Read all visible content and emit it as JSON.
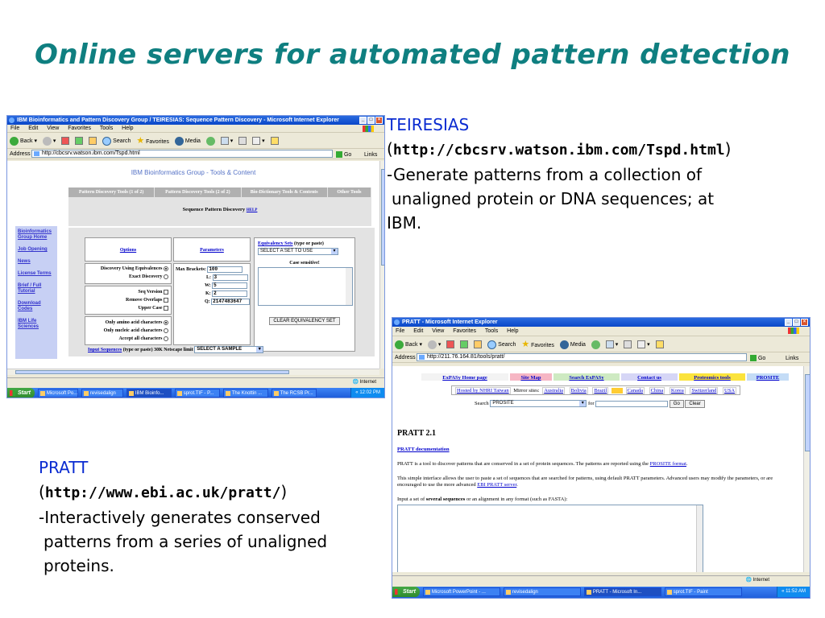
{
  "slide": {
    "title": "Online servers for automated pattern detection"
  },
  "teiresias_text": {
    "name": "TEIRESIAS",
    "url_open": "(",
    "url": "http://cbcsrv.watson.ibm.com/Tspd.html",
    "url_close": ")",
    "line1": "-Generate patterns from a collection of",
    "line2": "unaligned protein or DNA sequences; at",
    "line3": "IBM."
  },
  "pratt_text": {
    "name": "PRATT",
    "url_open": "(",
    "url": "http://www.ebi.ac.uk/pratt/",
    "url_close": ")",
    "line1": "-Interactively generates conserved",
    "line2": "patterns from a series of unaligned",
    "line3": "proteins."
  },
  "window1": {
    "title": "IBM Bioinformatics and Pattern Discovery Group / TEIRESIAS: Sequence Pattern Discovery - Microsoft Internet Explorer",
    "menu": [
      "File",
      "Edit",
      "View",
      "Favorites",
      "Tools",
      "Help"
    ],
    "toolbar": {
      "back": "Back",
      "search": "Search",
      "favorites": "Favorites",
      "media": "Media"
    },
    "address_label": "Address",
    "address": "http://cbcsrv.watson.ibm.com/Tspd.html",
    "go": "Go",
    "links": "Links",
    "page": {
      "header": "IBM Bioinformatics Group - Tools & Content",
      "tabs": [
        "Pattern Discovery Tools (1 of 2)",
        "Pattern Discovery Tools (2 of 2)",
        "Bio-Dictionary Tools & Contents",
        "Other Tools"
      ],
      "subtitle": "Sequence Pattern Discovery",
      "help": "HELP",
      "sidebar": [
        "Bioinformatics Group Home",
        "Job Opening",
        "News",
        "License Terms",
        "Brief / Full Tutorial",
        "Download Codes",
        "IBM Life Sciences"
      ],
      "options_link": "Options",
      "parameters_link": "Parameters",
      "equiv_link": "Equivalency Sets",
      "equiv_note": "(type or paste)",
      "equiv_select": "SELECT A SET TO USE",
      "case_label": "Case sensitive!",
      "discovery_equiv": "Discovery Using Equivalences",
      "exact": "Exact Discovery",
      "seq_version": "Seq Version",
      "remove_overlaps": "Remove Overlaps",
      "upper_case": "Upper Case",
      "only_amino": "Only amino acid characters",
      "only_nucleic": "Only nucleic acid characters",
      "accept_all": "Accept all characters",
      "max_brackets_label": "Max Brackets:",
      "max_brackets": "100",
      "L_label": "L:",
      "L": "3",
      "W_label": "W:",
      "W": "5",
      "K_label": "K:",
      "K": "2",
      "Q_label": "Q:",
      "Q": "2147483647",
      "clear_button": "CLEAR EQUIVALENCY SET",
      "input_link": "Input Sequences",
      "input_note": "(type or paste) 30K Netscape limit",
      "sample_select": "SELECT A SAMPLE"
    },
    "status": "Internet",
    "taskbar": {
      "start": "Start",
      "tasks": [
        "Microsoft Po...",
        "revisedalign",
        "IBM Bioinfo...",
        "sprot.TIF - P...",
        "The Knottin ...",
        "The RCSB Pr..."
      ],
      "time": "12:02 PM"
    }
  },
  "window2": {
    "title": "PRATT - Microsoft Internet Explorer",
    "menu": [
      "File",
      "Edit",
      "View",
      "Favorites",
      "Tools",
      "Help"
    ],
    "toolbar": {
      "back": "Back",
      "search": "Search",
      "favorites": "Favorites",
      "media": "Media"
    },
    "address_label": "Address",
    "address": "http://211.76.164.81/tools/pratt/",
    "go": "Go",
    "links": "Links",
    "page": {
      "nav": [
        "ExPASy Home page",
        "Site Map",
        "Search ExPASy",
        "Contact us",
        "Proteomics tools",
        "PROSITE"
      ],
      "hosted": "Hosted by NHRI Taiwan",
      "mirror_label": "Mirror sites:",
      "mirrors": [
        "Australia",
        "Bolivia",
        "Brazil",
        "Canada",
        "China",
        "Korea",
        "Switzerland",
        "USA"
      ],
      "search_label": "Search",
      "search_select": "PROSITE",
      "for_label": "for",
      "go_button": "Go",
      "clear_button": "Clear",
      "heading": "PRATT 2.1",
      "doc_link": "PRATT documentation",
      "para1_a": "PRATT is a tool to discover patterns that are conserved in a set of protein sequences. The patterns are reported using the ",
      "para1_link": "PROSITE format",
      "para1_b": ".",
      "para2_a": "This simple interface allows the user to paste a set of sequences that are searched for patterns, using default PRATT parameters. Advanced users may modify the parameters, or are encouraged to use the more advanced ",
      "para2_link": "EBI PRATT server",
      "para2_b": ".",
      "input_a": "Input a set of ",
      "input_bold": "several sequences",
      "input_b": " or an alignment in any format (such as FASTA):"
    },
    "status": "Internet",
    "taskbar": {
      "start": "Start",
      "tasks": [
        "Microsoft PowerPoint - ...",
        "revisedalign",
        "PRATT - Microsoft In...",
        "sprot.TIF - Paint"
      ],
      "time": "11:52 AM"
    }
  },
  "colors": {
    "title": "#0f7f80",
    "heading_blue": "#0a2bd1",
    "xp_blue": "#0a47c8"
  }
}
